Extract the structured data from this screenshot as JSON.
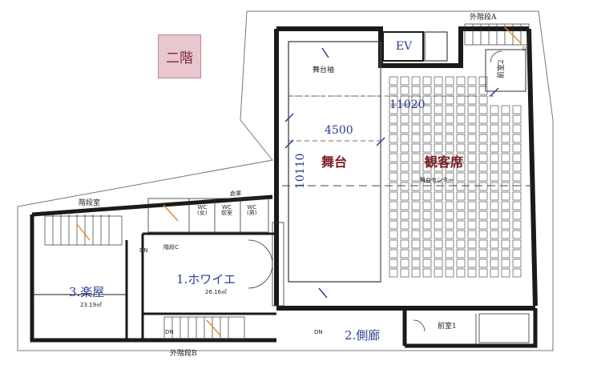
{
  "floor_label": "二階",
  "elevator": "EV",
  "rooms": {
    "stage": "舞台",
    "audience": "観客席",
    "foyer": "1.ホワイエ",
    "side_corridor": "2.側廊",
    "dressing_room": "3.楽屋"
  },
  "areas": {
    "foyer": "26.16㎡",
    "dressing_room": "23.19㎡"
  },
  "dimensions": {
    "width_total": "11020",
    "stage_width": "4500",
    "depth": "10110"
  },
  "labels": {
    "stair_room": "階段室",
    "stage_wing": "舞台袖",
    "ext_stair_a": "外階段A",
    "ext_stair_b": "外階段B",
    "front_room_1": "前室1",
    "front_room_2": "前室2",
    "inner_stair_c": "階段C",
    "storage": "倉庫",
    "wc_female": "WC\n(女)",
    "wc_front": "WC\n前室",
    "wc_male": "WC\n(男)",
    "seat_center": "舞台センター",
    "dn": "DN",
    "up": "UP"
  },
  "colors": {
    "wall": "#1a1a1a",
    "dimension_blue": "#2a3a8a",
    "room_red": "#7a1d24",
    "badge_bg": "#e8c7ce",
    "stair_accent": "#e08a2a"
  }
}
